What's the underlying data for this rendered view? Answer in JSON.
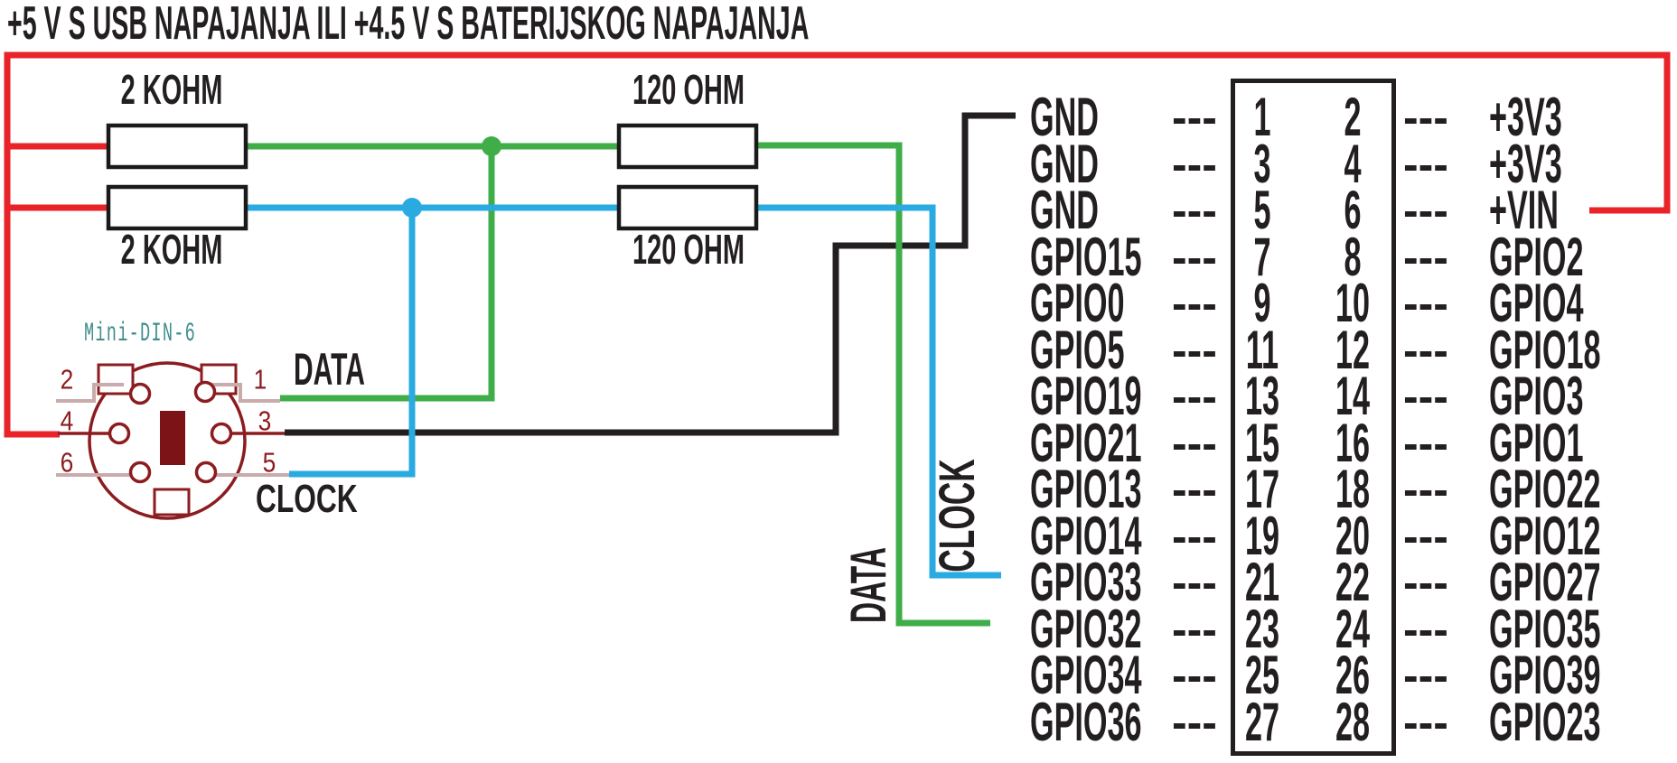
{
  "title": "+5 V S USB NAPAJANJA ILI +4.5 V S BATERIJSKOG NAPAJANJA",
  "resistors": {
    "r1_label": "2 KOHM",
    "r2_label": "2 KOHM",
    "r3_label": "120 OHM",
    "r4_label": "120 OHM"
  },
  "connector": {
    "label": "Mini-DIN-6",
    "pins": {
      "p1": "1",
      "p2": "2",
      "p3": "3",
      "p4": "4",
      "p5": "5",
      "p6": "6"
    }
  },
  "signals": {
    "data": "DATA",
    "clock": "CLOCK",
    "data_vertical": "DATA",
    "clock_vertical": "CLOCK"
  },
  "header": {
    "dash": "---",
    "rows": [
      {
        "left": "GND",
        "pin_left": "1",
        "pin_right": "2",
        "right": "+3V3"
      },
      {
        "left": "GND",
        "pin_left": "3",
        "pin_right": "4",
        "right": "+3V3"
      },
      {
        "left": "GND",
        "pin_left": "5",
        "pin_right": "6",
        "right": "+VIN"
      },
      {
        "left": "GPIO15",
        "pin_left": "7",
        "pin_right": "8",
        "right": "GPIO2"
      },
      {
        "left": "GPIO0",
        "pin_left": "9",
        "pin_right": "10",
        "right": "GPIO4"
      },
      {
        "left": "GPIO5",
        "pin_left": "11",
        "pin_right": "12",
        "right": "GPIO18"
      },
      {
        "left": "GPIO19",
        "pin_left": "13",
        "pin_right": "14",
        "right": "GPIO3"
      },
      {
        "left": "GPIO21",
        "pin_left": "15",
        "pin_right": "16",
        "right": "GPIO1"
      },
      {
        "left": "GPIO13",
        "pin_left": "17",
        "pin_right": "18",
        "right": "GPIO22"
      },
      {
        "left": "GPIO14",
        "pin_left": "19",
        "pin_right": "20",
        "right": "GPIO12"
      },
      {
        "left": "GPIO33",
        "pin_left": "21",
        "pin_right": "22",
        "right": "GPIO27"
      },
      {
        "left": "GPIO32",
        "pin_left": "23",
        "pin_right": "24",
        "right": "GPIO35"
      },
      {
        "left": "GPIO34",
        "pin_left": "25",
        "pin_right": "26",
        "right": "GPIO39"
      },
      {
        "left": "GPIO36",
        "pin_left": "27",
        "pin_right": "28",
        "right": "GPIO23"
      }
    ]
  },
  "colors": {
    "red": "#e8232a",
    "green": "#3fae49",
    "blue": "#29abe2",
    "black": "#231f20",
    "maroon": "#8c1c1f",
    "maroon_fill": "#7c1316",
    "pale": "#c9abab",
    "teal": "#3f8e8d"
  }
}
